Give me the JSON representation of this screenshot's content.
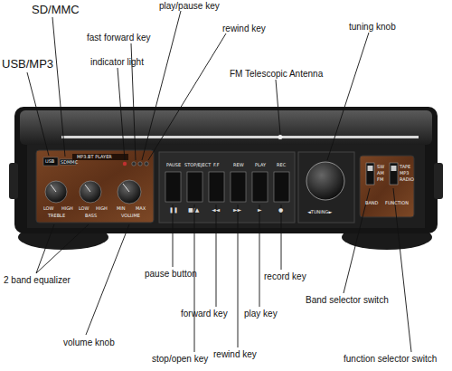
{
  "diagram": {
    "labels": [
      "SD/MMC",
      "USB/MP3",
      "play/pause key",
      "fast forward key",
      "rewind key",
      "indicator light",
      "tuning knob",
      "FM Telescopic Antenna",
      "2 band equalizer",
      "pause button",
      "record key",
      "volume knob",
      "forward key",
      "play key",
      "Band selector switch",
      "stop/open key",
      "rewind key",
      "function selector switch",
      "USB",
      "SDMMC",
      "MP3.BT PLAYER",
      "LOW",
      "HIGH",
      "LOW",
      "HIGH",
      "MIN",
      "MAX",
      "TREBLE",
      "BASS",
      "VOLUME",
      "PAUSE",
      "STOP/EJECT",
      "F.F",
      "REW",
      "PLAY",
      "REC",
      "❚❚",
      "■/▲",
      "◄◄",
      "►►",
      "►",
      "●",
      "◄TUNING►",
      "SW",
      "AM",
      "FM",
      "TAPE",
      "MP3",
      "RADIO",
      "BAND",
      "FUNCTION"
    ]
  }
}
